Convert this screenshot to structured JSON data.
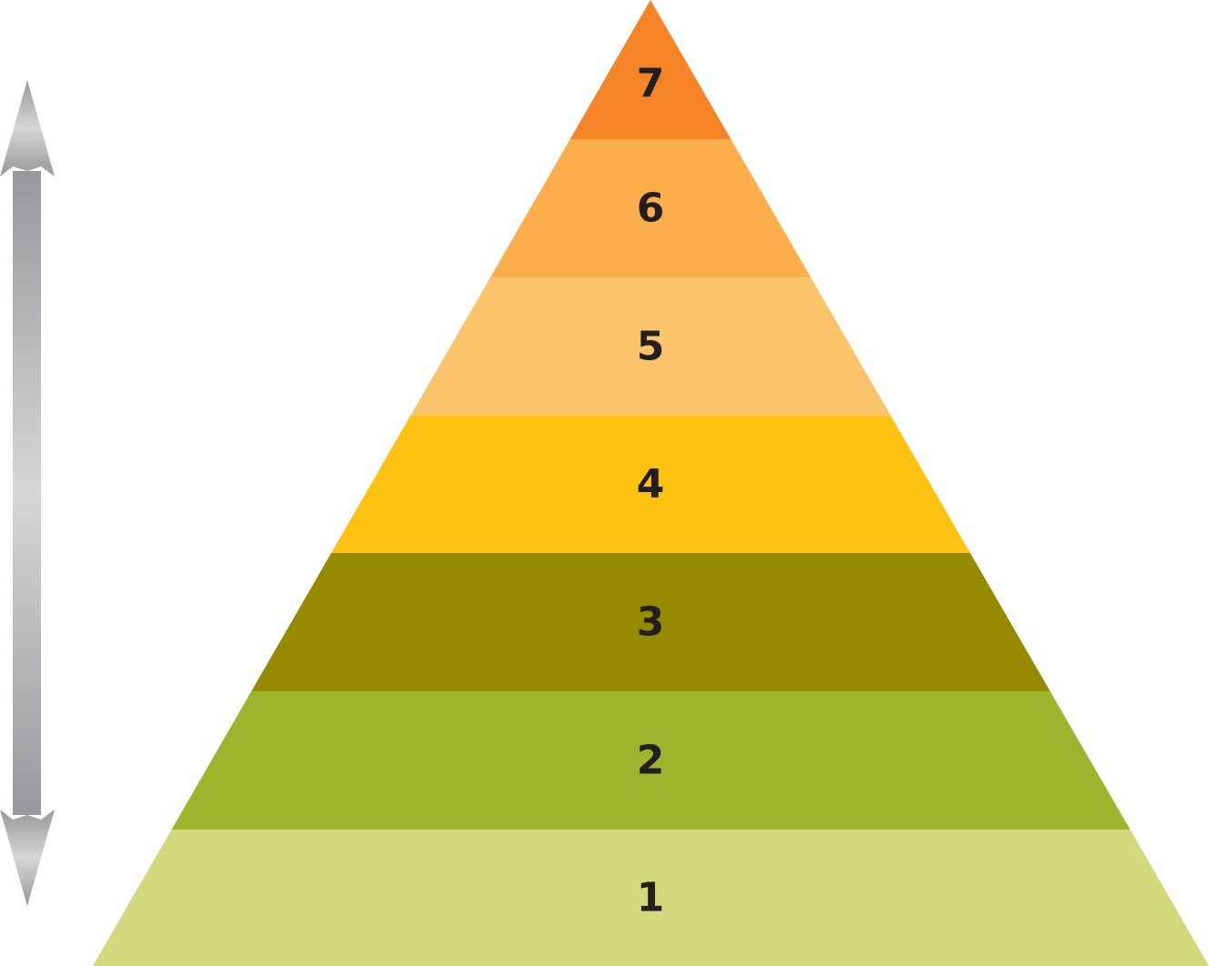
{
  "pyramid": {
    "levels": [
      {
        "label": "1",
        "color": "#d2d87c"
      },
      {
        "label": "2",
        "color": "#9eb42c"
      },
      {
        "label": "3",
        "color": "#958a00"
      },
      {
        "label": "4",
        "color": "#fec212"
      },
      {
        "label": "5",
        "color": "#fcc46a"
      },
      {
        "label": "6",
        "color": "#fbae4b"
      },
      {
        "label": "7",
        "color": "#f58426"
      }
    ]
  },
  "arrow": {
    "direction": "double-headed-vertical",
    "color": "#98989c",
    "highlight_color": "#d6d6d8"
  }
}
